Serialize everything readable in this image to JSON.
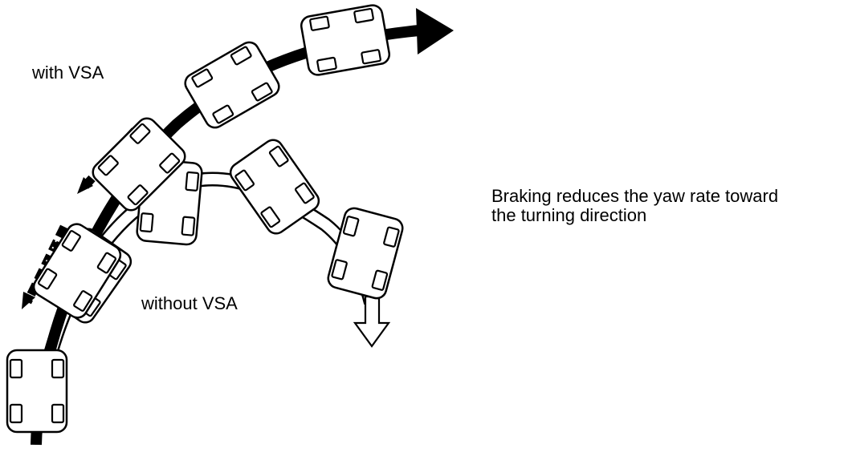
{
  "labels": {
    "with_vsa": "with VSA",
    "without_vsa": "without VSA"
  },
  "caption": {
    "line1": "Braking reduces the yaw rate toward",
    "line2": "the turning direction"
  },
  "colors": {
    "ink": "#000000",
    "background": "#ffffff"
  }
}
